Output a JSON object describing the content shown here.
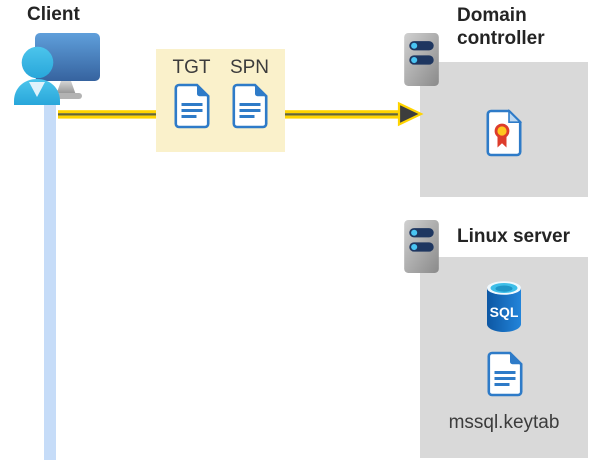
{
  "client": {
    "label": "Client"
  },
  "tokens": {
    "tgt": "TGT",
    "spn": "SPN"
  },
  "domain_controller": {
    "label_line1": "Domain",
    "label_line2": "controller"
  },
  "linux_server": {
    "label": "Linux server",
    "sql_badge": "SQL",
    "keytab": "mssql.keytab"
  },
  "colors": {
    "arrow_yellow": "#FFD400",
    "arrow_core": "#66662E",
    "arrow_head": "#3D3D3D",
    "token_box_bg": "#FAF1CB",
    "panel_gray": "#D9D9D9",
    "doc_blue": "#2E7BC8",
    "person_cyan": "#44C0EA",
    "timeline_blue": "#C6DCF8",
    "server_bar_navy": "#1E3660",
    "server_dot_cyan": "#4AC4F2",
    "sql_body_blue": "#1060B4",
    "cert_red": "#DD3C2B",
    "cert_gold": "#FFC71F",
    "label_text": "#242424"
  }
}
